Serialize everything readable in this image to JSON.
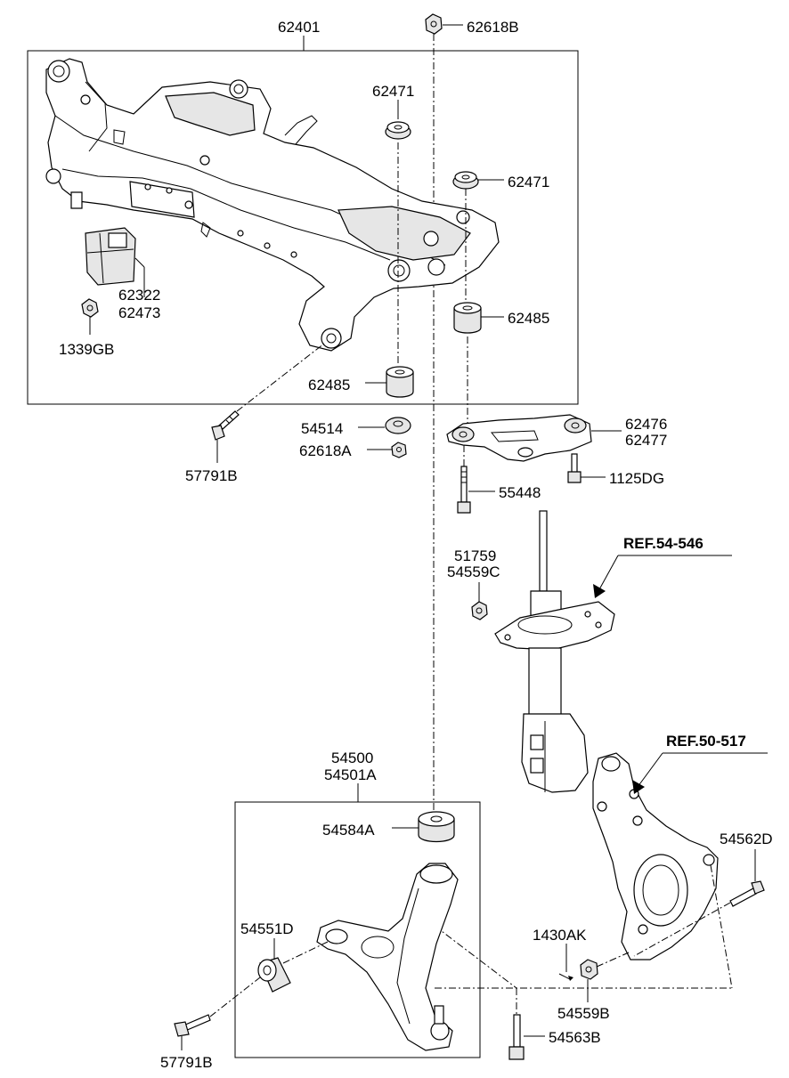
{
  "labels": {
    "subframe": "62401",
    "nut_top": "62618B",
    "stopper_upper": "62471",
    "stopper_right": "62471",
    "mount_a": "62322",
    "mount_b": "62473",
    "nut_left": "1339GB",
    "bush_right": "62485",
    "bush_left": "62485",
    "washer": "54514",
    "nut_lower": "62618A",
    "bolt_left": "57791B",
    "bracket_a": "62476",
    "bracket_b": "62477",
    "bolt_bracket": "55448",
    "bolt_small": "1125DG",
    "strut_a": "51759",
    "strut_b": "54559C",
    "ref_strut": "REF.54-546",
    "ref_knuckle": "REF.50-517",
    "arm_a": "54500",
    "arm_b": "54501A",
    "arm_bush": "54584A",
    "front_bush": "54551D",
    "bolt_knuckle": "54562D",
    "pin": "1430AK",
    "nut_knuckle": "54559B",
    "bolt_arm": "54563B",
    "bolt_bottom": "57791B"
  }
}
